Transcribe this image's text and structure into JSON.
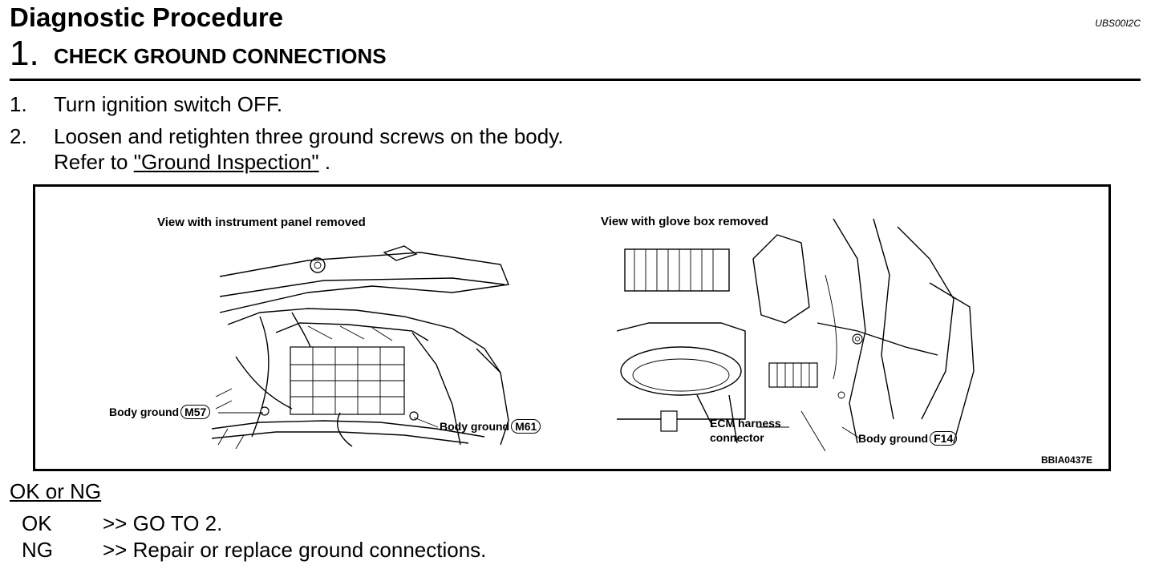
{
  "header": {
    "title": "Diagnostic Procedure",
    "doc_id": "UBS00I2C"
  },
  "step": {
    "number": "1.",
    "title": "CHECK GROUND CONNECTIONS"
  },
  "instructions": [
    {
      "num": "1.",
      "text": "Turn ignition switch OFF."
    },
    {
      "num": "2.",
      "text": "Loosen and retighten three ground screws on the body."
    }
  ],
  "refer": {
    "prefix": "Refer to ",
    "link": "\"Ground Inspection\"",
    "suffix": " ."
  },
  "figure": {
    "left_caption": "View with instrument panel removed",
    "right_caption": "View with glove box removed",
    "callouts": {
      "m57_label": "Body ground",
      "m57_conn": "M57",
      "m61_label": "Body ground",
      "m61_conn": "M61",
      "ecm_line1": "ECM harness",
      "ecm_line2": "connector",
      "f14_label": "Body ground",
      "f14_conn": "F14"
    },
    "figure_id": "BBIA0437E"
  },
  "result": {
    "heading": "OK or NG",
    "rows": [
      {
        "key": "OK",
        "value": ">> GO TO 2."
      },
      {
        "key": "NG",
        "value": ">> Repair or replace ground connections."
      }
    ]
  }
}
